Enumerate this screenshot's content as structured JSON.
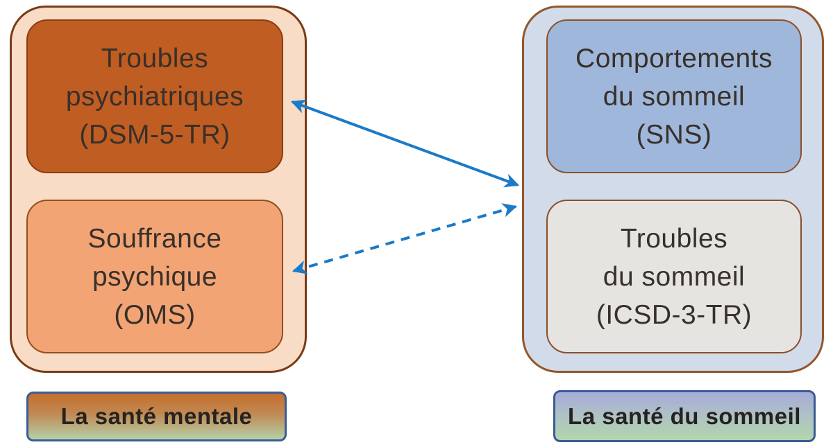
{
  "left_group": {
    "box_psychiatric": {
      "line1": "Troubles",
      "line2": "psychiatriques",
      "line3": "(DSM-5-TR)"
    },
    "box_souffrance": {
      "line1": "Souffrance",
      "line2": "psychique",
      "line3": "(OMS)"
    },
    "label": "La santé mentale"
  },
  "right_group": {
    "box_comportements": {
      "line1": "Comportements",
      "line2": "du sommeil",
      "line3": "(SNS)"
    },
    "box_troubles_sommeil": {
      "line1": "Troubles",
      "line2": "du sommeil",
      "line3": "(ICSD-3-TR)"
    },
    "label": "La santé du sommeil"
  },
  "arrows": [
    {
      "style": "solid",
      "bidirectional": true,
      "between": [
        "box-psychiatric",
        "right-container"
      ]
    },
    {
      "style": "dashed",
      "bidirectional": true,
      "between": [
        "box-souffrance",
        "right-container"
      ]
    }
  ],
  "colors": {
    "arrow": "#1c7ac6",
    "left_container_fill": "#f9dcc5",
    "left_container_border": "#7a3a15",
    "box_psychiatric_fill": "#c05d22",
    "box_souffrance_fill": "#f2a475",
    "right_container_fill": "#d2dbea",
    "right_container_border": "#93562c",
    "box_comportements_fill": "#9fb7db",
    "box_troubles_sommeil_fill": "#e5e4e1",
    "caption_border": "#3b5b95",
    "caption_left_gradient_top": "#c66e2c",
    "caption_left_gradient_bottom": "#b6d1a8",
    "caption_right_gradient_top": "#a6abd9",
    "caption_right_gradient_bottom": "#b2d6ab",
    "box_text": "#38302a"
  }
}
